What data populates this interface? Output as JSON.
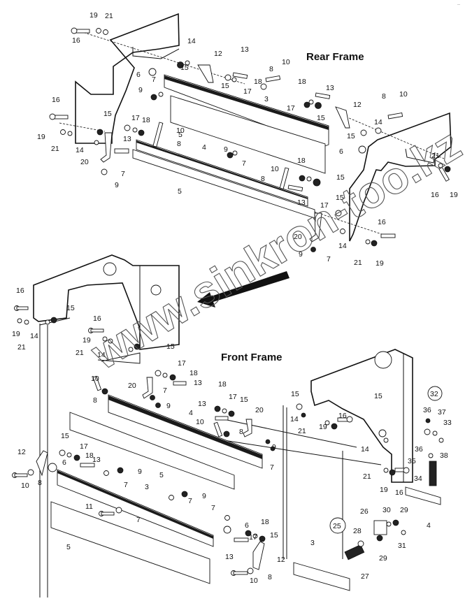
{
  "diagram": {
    "type": "exploded-parts-view",
    "titles": {
      "rear": "Rear Frame",
      "front": "Front Frame"
    },
    "watermark": "www.sinkron-too.kz",
    "corner_mark": "--",
    "circled_refs": [
      "32",
      "25"
    ],
    "callouts": {
      "rear": [
        "19",
        "21",
        "16",
        "14",
        "12",
        "13",
        "15",
        "6",
        "7",
        "9",
        "15",
        "8",
        "10",
        "17",
        "18",
        "3",
        "16",
        "15",
        "17",
        "18",
        "10",
        "19",
        "21",
        "14",
        "13",
        "5",
        "8",
        "4",
        "20",
        "7",
        "9",
        "5",
        "18",
        "13",
        "17",
        "15",
        "12",
        "8",
        "10",
        "15",
        "14",
        "6",
        "9",
        "7",
        "21",
        "19",
        "16",
        "10",
        "18",
        "8",
        "15",
        "13",
        "17",
        "15",
        "20",
        "14",
        "16",
        "9",
        "7",
        "21",
        "19"
      ],
      "front": [
        "16",
        "15",
        "19",
        "21",
        "14",
        "16",
        "19",
        "21",
        "14",
        "15",
        "17",
        "18",
        "20",
        "13",
        "7",
        "9",
        "10",
        "8",
        "4",
        "18",
        "17",
        "15",
        "20",
        "13",
        "10",
        "8",
        "7",
        "9",
        "12",
        "15",
        "17",
        "18",
        "13",
        "6",
        "9",
        "10",
        "8",
        "7",
        "5",
        "3",
        "9",
        "7",
        "11",
        "7",
        "5",
        "7",
        "6",
        "18",
        "15",
        "17",
        "13",
        "12",
        "10",
        "8",
        "15",
        "14",
        "16",
        "21",
        "19",
        "15",
        "14",
        "21",
        "19",
        "16",
        "36",
        "37",
        "33",
        "36",
        "38",
        "35",
        "34",
        "4",
        "26",
        "30",
        "29",
        "28",
        "29",
        "31",
        "27",
        "3"
      ]
    }
  }
}
